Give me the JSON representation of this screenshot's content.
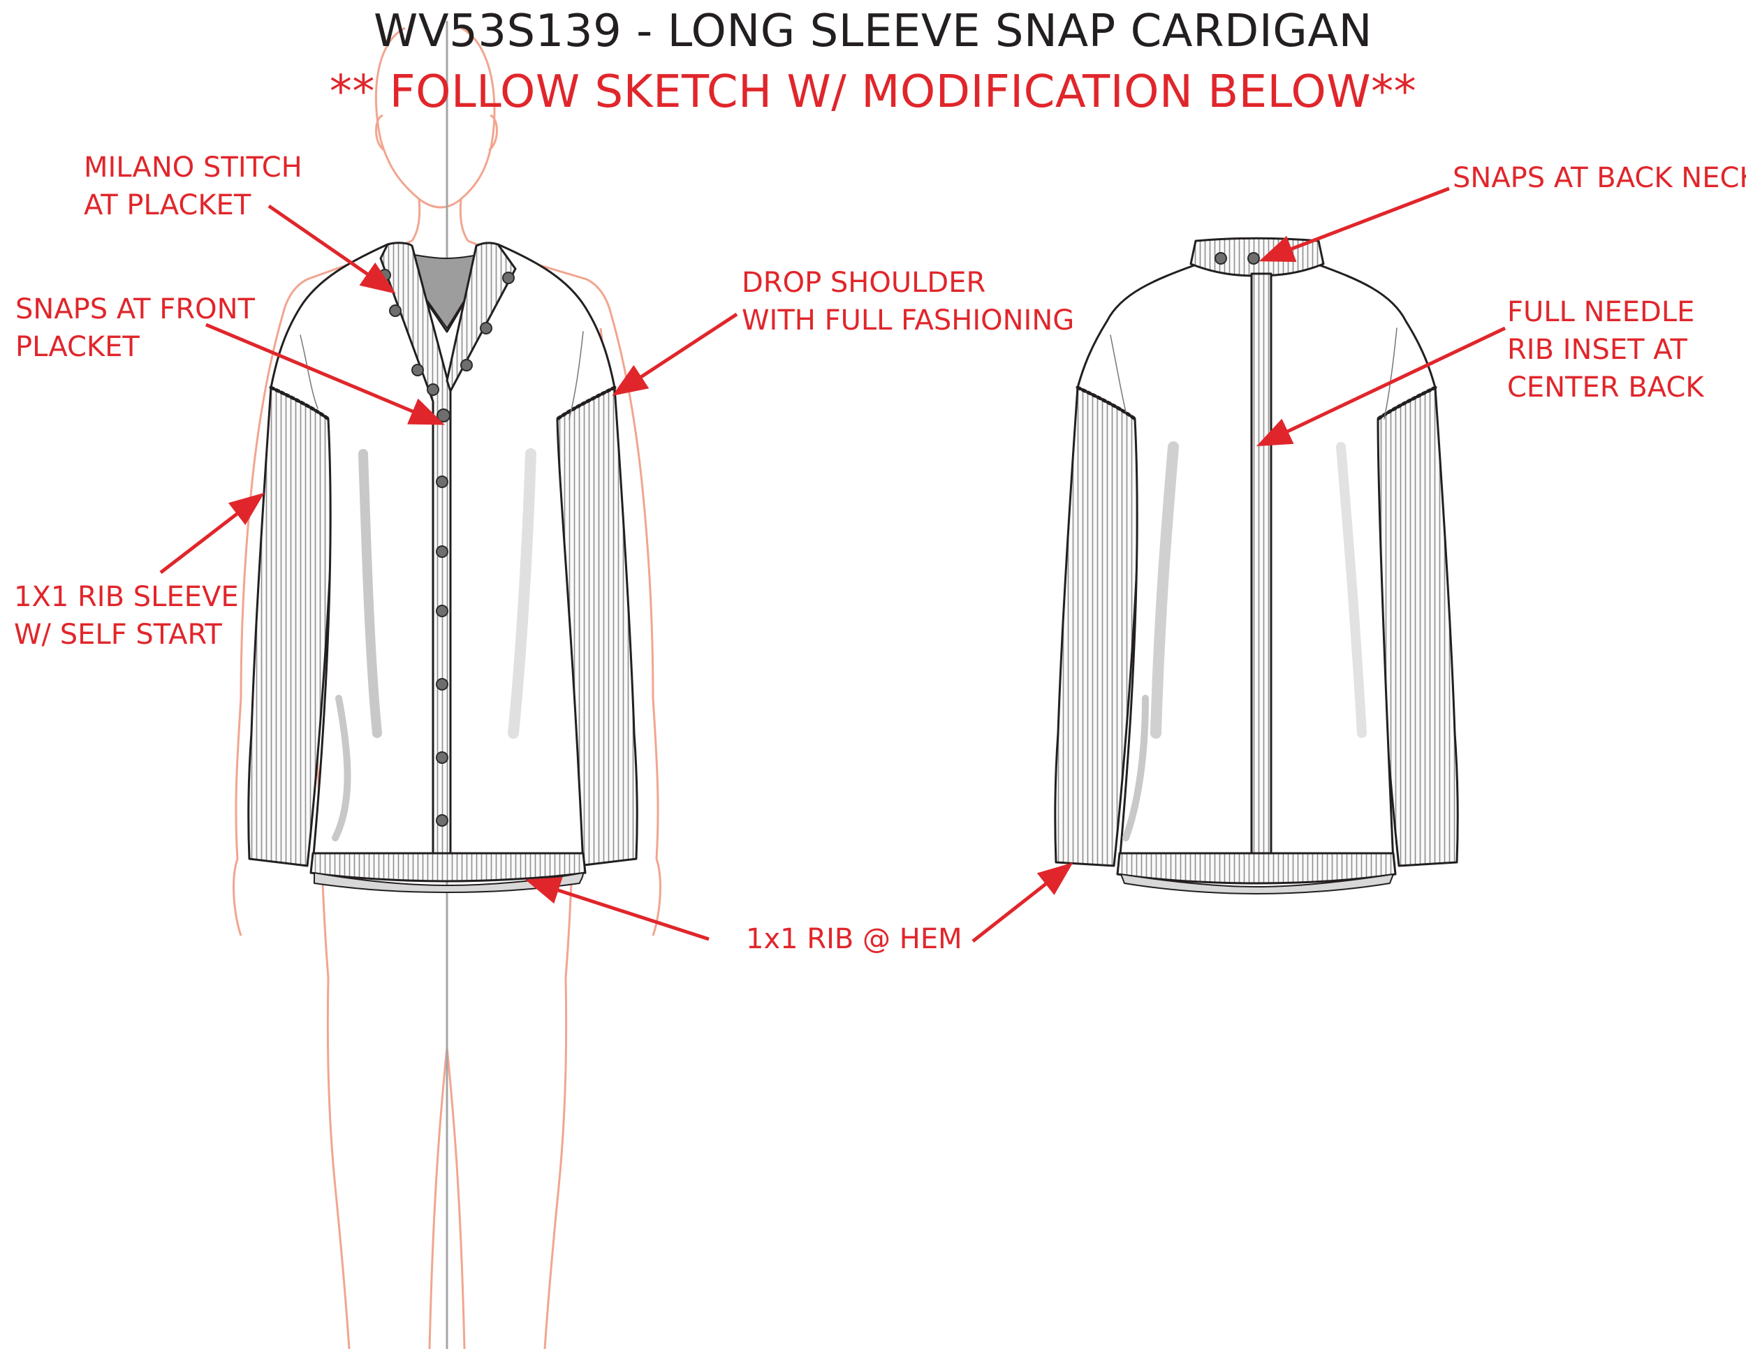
{
  "header": {
    "title": "WV53S139 - LONG SLEEVE SNAP CARDIGAN",
    "subtitle": "** FOLLOW SKETCH W/ MODIFICATION BELOW**"
  },
  "callouts": {
    "milano": [
      "MILANO STITCH",
      "AT PLACKET"
    ],
    "snaps_front": [
      "SNAPS AT FRONT",
      "PLACKET"
    ],
    "drop_shoulder": [
      "DROP SHOULDER",
      "WITH FULL FASHIONING"
    ],
    "rib_sleeve": [
      "1X1 RIB SLEEVE",
      "W/ SELF START"
    ],
    "rib_hem": "1x1 RIB @ HEM",
    "snaps_back": "SNAPS AT BACK NECK",
    "rib_inset": [
      "FULL NEEDLE",
      "RIB INSET AT",
      "CENTER BACK"
    ]
  },
  "colors": {
    "annotation": "#e0262b",
    "figure_outline": "#f2a58f",
    "garment_line": "#231f20",
    "title": "#231f20"
  }
}
